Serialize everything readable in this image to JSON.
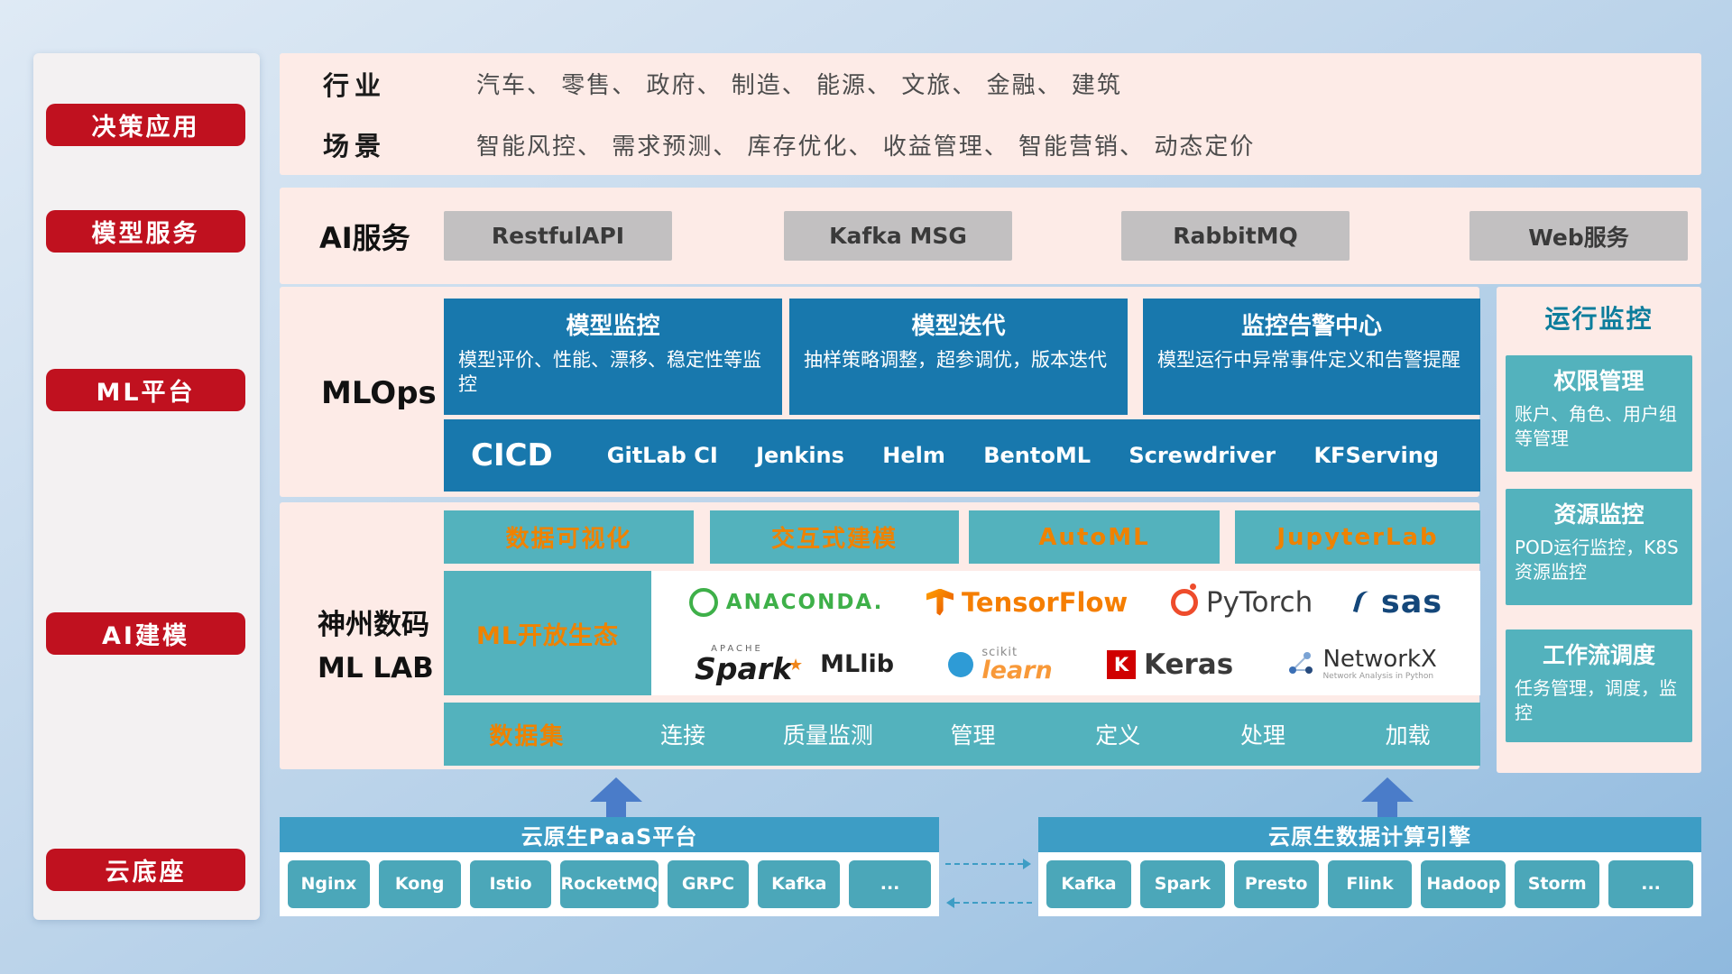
{
  "colors": {
    "red": "#c0111f",
    "pink": "#fdebe7",
    "deep_blue": "#1878ad",
    "teal": "#53b2bd",
    "bar_blue": "#3d9dc5",
    "orange": "#ef8200",
    "arrow_blue": "#4a7cc9",
    "gray_button": "#c2c0c1"
  },
  "icons": {
    "spark_star": "★"
  },
  "sidebar": {
    "items": [
      {
        "label": "决策应用"
      },
      {
        "label": "模型服务"
      },
      {
        "label": "ML平台"
      },
      {
        "label": "AI建模"
      },
      {
        "label": "云底座"
      }
    ]
  },
  "overview": {
    "industry_label": "行业",
    "industry_value": "汽车、 零售、 政府、 制造、 能源、 文旅、 金融、 建筑",
    "scene_label": "场景",
    "scene_value": "智能风控、 需求预测、 库存优化、 收益管理、 智能营销、 动态定价"
  },
  "ai_service": {
    "label": "AI服务",
    "items": [
      "RestfulAPI",
      "Kafka MSG",
      "RabbitMQ",
      "Web服务"
    ]
  },
  "mlops": {
    "label": "MLOps",
    "cards": [
      {
        "title": "模型监控",
        "desc": "模型评价、性能、漂移、稳定性等监控"
      },
      {
        "title": "模型迭代",
        "desc": "抽样策略调整，超参调优，版本迭代"
      },
      {
        "title": "监控告警中心",
        "desc": "模型运行中异常事件定义和告警提醒"
      }
    ],
    "cicd_label": "CICD",
    "cicd_items": [
      "GitLab CI",
      "Jenkins",
      "Helm",
      "BentoML",
      "Screwdriver",
      "KFServing"
    ]
  },
  "monitor": {
    "title": "运行监控",
    "cards": [
      {
        "title": "权限管理",
        "desc": "账户、角色、用户组等管理"
      },
      {
        "title": "资源监控",
        "desc": "POD运行监控，K8S资源监控"
      },
      {
        "title": "工作流调度",
        "desc": "任务管理，调度，监控"
      }
    ]
  },
  "mllab": {
    "label_line1": "神州数码",
    "label_line2": "ML LAB",
    "tools": [
      "数据可视化",
      "交互式建模",
      "AutoML",
      "JupyterLab"
    ],
    "ecosystem_label": "ML开放生态",
    "logos": {
      "anaconda": "ANACONDA.",
      "tensorflow": "TensorFlow",
      "pytorch": "PyTorch",
      "sas": "sas",
      "spark_small": "APACHE",
      "spark": "Spark",
      "mllib": "MLlib",
      "scikit_top": "scikit",
      "scikit": "learn",
      "keras_k": "K",
      "keras": "Keras",
      "networkx": "NetworkX",
      "networkx_sub": "Network Analysis in Python"
    },
    "dataset_label": "数据集",
    "dataset_items": [
      "连接",
      "质量监测",
      "管理",
      "定义",
      "处理",
      "加载"
    ]
  },
  "foundation": {
    "paas_title": "云原生PaaS平台",
    "paas_items": [
      "Nginx",
      "Kong",
      "Istio",
      "RocketMQ",
      "GRPC",
      "Kafka",
      "..."
    ],
    "engine_title": "云原生数据计算引擎",
    "engine_items": [
      "Kafka",
      "Spark",
      "Presto",
      "Flink",
      "Hadoop",
      "Storm",
      "..."
    ]
  }
}
